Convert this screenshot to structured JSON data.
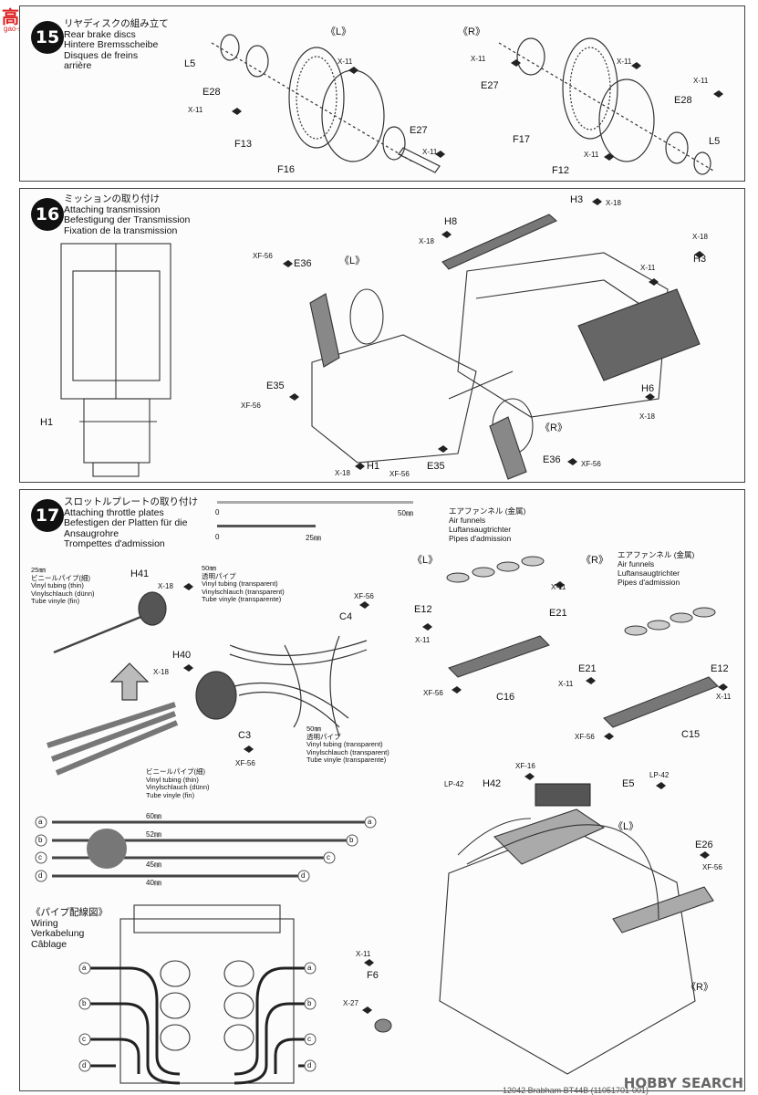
{
  "watermark": {
    "site": "高手网",
    "url": "gao-shou.com",
    "brand": "HOBBY SEARCH",
    "footer": "12042 Brabham BT44B (11051701-001)"
  },
  "step15": {
    "num": "15",
    "title": [
      "リヤディスクの組み立て",
      "Rear brake discs",
      "Hintere Bremsscheibe",
      "Disques de freins",
      "arrière"
    ],
    "side_l": "《L》",
    "side_r": "《R》",
    "parts": {
      "L5a": "L5",
      "E28a": "E28",
      "X11a": "X-11",
      "F13": "F13",
      "F16": "F16",
      "E27a": "E27",
      "X11b": "X-11",
      "X11c": "X-11",
      "E27b": "E27",
      "X11d": "X-11",
      "F17": "F17",
      "F12": "F12",
      "E28b": "E28",
      "X11e": "X-11",
      "L5b": "L5",
      "X11f": "X-11",
      "X11g": "X-11"
    }
  },
  "step16": {
    "num": "16",
    "title": [
      "ミッションの取り付け",
      "Attaching transmission",
      "Befestigung der Transmission",
      "Fixation de la transmission"
    ],
    "side_l": "《L》",
    "side_r": "《R》",
    "parts": {
      "H3a": "H3",
      "X18a": "X-18",
      "H8": "H8",
      "X18b": "X-18",
      "X18c": "X-18",
      "H3b": "H3",
      "XF56a": "XF-56",
      "E36a": "E36",
      "X11a": "X-11",
      "H6": "H6",
      "X18d": "X-18",
      "E35a": "E35",
      "XF56b": "XF-56",
      "H1a": "H1",
      "H1b": "H1",
      "X18e": "X-18",
      "XF56c": "XF-56",
      "E35b": "E35",
      "E36b": "E36",
      "XF56d": "XF-56"
    }
  },
  "step17": {
    "num": "17",
    "title": [
      "スロットルプレートの取り付け",
      "Attaching throttle plates",
      "Befestigen der Platten für die",
      "Ansaugrohre",
      "Trompettes d'admission"
    ],
    "scale": {
      "zero1": "0",
      "mm50": "50㎜",
      "zero2": "0",
      "mm25": "25㎜"
    },
    "tube_thin_25": [
      "25㎜",
      "ビニールパイプ(細)",
      "Vinyl tubing (thin)",
      "Vinylschlauch (dünn)",
      "Tube vinyle (fin)"
    ],
    "tube_trans_50a": [
      "50㎜",
      "透明パイプ",
      "Vinyl tubing (transparent)",
      "Vinylschlauch (transparent)",
      "Tube vinyle (transparente)"
    ],
    "tube_trans_50b": [
      "50㎜",
      "透明パイプ",
      "Vinyl tubing (transparent)",
      "Vinylschlauch (transparent)",
      "Tube vinyle (transparente)"
    ],
    "tube_thin": [
      "ビニールパイプ(細)",
      "Vinyl tubing (thin)",
      "Vinylschlauch (dünn)",
      "Tube vinyle (fin)"
    ],
    "funnels_l": [
      "エアファンネル (金属)",
      "Air funnels",
      "Luftansaugtrichter",
      "Pipes d'admission"
    ],
    "funnels_r": [
      "エアファンネル (金属)",
      "Air funnels",
      "Luftansaugtrichter",
      "Pipes d'admission"
    ],
    "side_l": "《L》",
    "side_r": "《R》",
    "side_l2": "《L》",
    "side_r2": "《R》",
    "parts": {
      "H41": "H41",
      "X18a": "X-18",
      "H40": "H40",
      "X18b": "X-18",
      "C3": "C3",
      "XF56a": "XF-56",
      "C4": "C4",
      "XF56b": "XF-56",
      "E12a": "E12",
      "X11a": "X-11",
      "X11b": "X-11",
      "E21a": "E21",
      "XF56c": "XF-56",
      "C16": "C16",
      "E21b": "E21",
      "X11c": "X-11",
      "E12b": "E12",
      "X11d": "X-11",
      "XF56d": "XF-56",
      "C15": "C15",
      "XF16": "XF-16",
      "LP42a": "LP-42",
      "H42": "H42",
      "E5": "E5",
      "LP42b": "LP-42",
      "E26": "E26",
      "XF56e": "XF-56",
      "X11e": "X-11",
      "F6": "F6",
      "X27": "X-27"
    },
    "lengths": [
      {
        "key": "a",
        "len": "60㎜"
      },
      {
        "key": "b",
        "len": "52㎜"
      },
      {
        "key": "c",
        "len": "45㎜"
      },
      {
        "key": "d",
        "len": "40㎜"
      }
    ],
    "wiring_title": [
      "《パイプ配線図》",
      "Wiring",
      "Verkabelung",
      "Câblage"
    ],
    "wiring_keys": [
      "a",
      "b",
      "c",
      "d"
    ]
  }
}
